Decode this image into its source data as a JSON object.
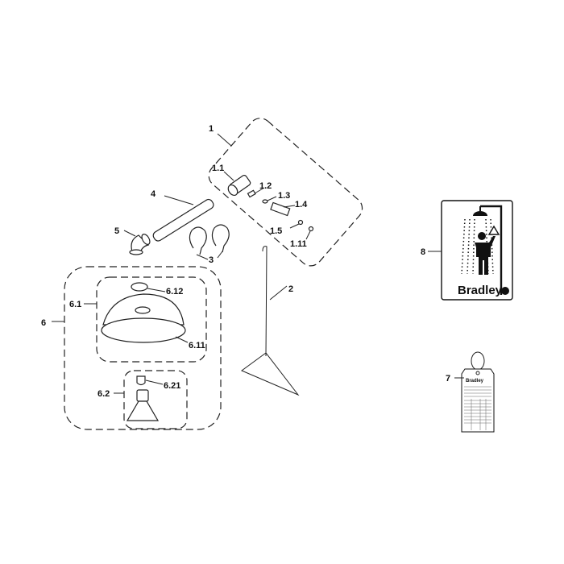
{
  "diagram": {
    "callouts": {
      "c1": "1",
      "c1_1": "1.1",
      "c1_2": "1.2",
      "c1_3": "1.3",
      "c1_4": "1.4",
      "c1_5": "1.5",
      "c1_11": "1.11",
      "c2": "2",
      "c3": "3",
      "c4": "4",
      "c5": "5",
      "c6": "6",
      "c6_1": "6.1",
      "c6_11": "6.11",
      "c6_12": "6.12",
      "c6_2": "6.2",
      "c6_21": "6.21",
      "c7": "7",
      "c8": "8"
    },
    "sign_brand": "Bradley",
    "tag_brand": "Bradley"
  }
}
